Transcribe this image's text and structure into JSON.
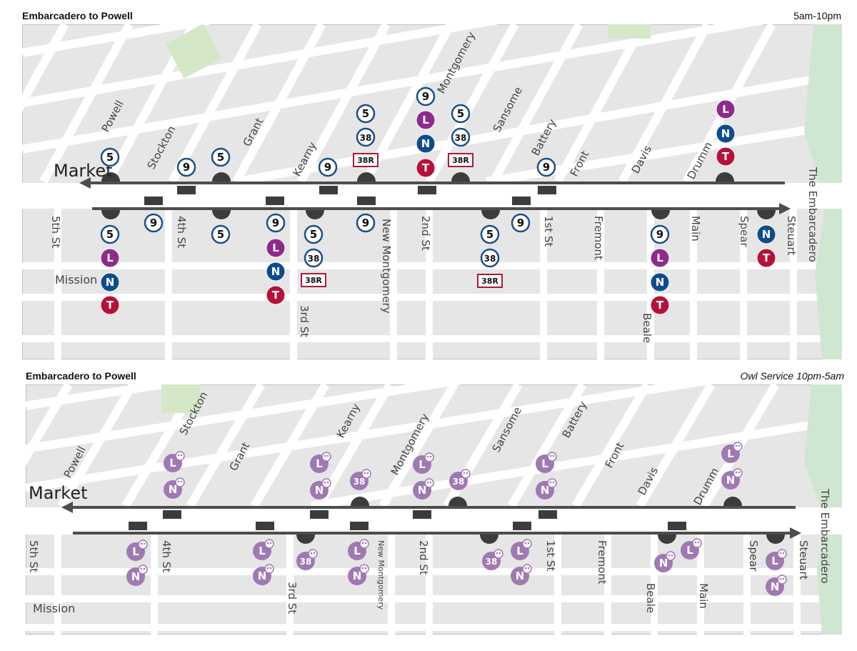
{
  "colors": {
    "map_bg": "#e6e6e6",
    "street": "#ffffff",
    "park": "#d4e8c8",
    "waterfront": "#cfe7d0",
    "route_arrow": "#4d4d4d",
    "stop_marker": "#3c3c3c",
    "bus_ring": "#1b4f85",
    "rapid_box": "#b0183a",
    "L_line": "#8f2a8d",
    "N_line": "#0e4c8c",
    "T_line": "#b5123b",
    "owl": "#a078b2"
  },
  "panels": [
    {
      "title": "Embarcadero to Powell",
      "service": "5am-10pm",
      "main_street": "Market",
      "north_streets": [
        {
          "name": "Powell"
        },
        {
          "name": "Stockton"
        },
        {
          "name": "Grant"
        },
        {
          "name": "Kearny"
        },
        {
          "name": "Montgomery"
        },
        {
          "name": "Sansome"
        },
        {
          "name": "Battery"
        },
        {
          "name": "Front"
        },
        {
          "name": "Davis"
        },
        {
          "name": "Drumm"
        },
        {
          "name": "The Embarcadero"
        }
      ],
      "south_streets": [
        {
          "name": "5th St"
        },
        {
          "name": "4th St"
        },
        {
          "name": "3rd St"
        },
        {
          "name": "New Montgomery"
        },
        {
          "name": "2nd St"
        },
        {
          "name": "1st St"
        },
        {
          "name": "Fremont"
        },
        {
          "name": "Beale"
        },
        {
          "name": "Main"
        },
        {
          "name": "Spear"
        },
        {
          "name": "Steuart"
        }
      ],
      "cross_street": "Mission",
      "icons": [
        {
          "kind": "bus",
          "label": "5"
        },
        {
          "kind": "bus",
          "label": "9"
        },
        {
          "kind": "bus",
          "label": "5"
        },
        {
          "kind": "bus",
          "label": "9"
        },
        {
          "kind": "bus",
          "label": "5"
        },
        {
          "kind": "bus",
          "label": "38"
        },
        {
          "kind": "rapid",
          "label": "38R"
        },
        {
          "kind": "bus",
          "label": "9"
        },
        {
          "kind": "L",
          "label": "L"
        },
        {
          "kind": "N",
          "label": "N"
        },
        {
          "kind": "T",
          "label": "T"
        },
        {
          "kind": "bus",
          "label": "5"
        },
        {
          "kind": "bus",
          "label": "38"
        },
        {
          "kind": "rapid",
          "label": "38R"
        },
        {
          "kind": "bus",
          "label": "9"
        },
        {
          "kind": "L",
          "label": "L"
        },
        {
          "kind": "N",
          "label": "N"
        },
        {
          "kind": "T",
          "label": "T"
        },
        {
          "kind": "bus",
          "label": "5"
        },
        {
          "kind": "L",
          "label": "L"
        },
        {
          "kind": "N",
          "label": "N"
        },
        {
          "kind": "T",
          "label": "T"
        },
        {
          "kind": "bus",
          "label": "9"
        },
        {
          "kind": "bus",
          "label": "5"
        },
        {
          "kind": "bus",
          "label": "9"
        },
        {
          "kind": "L",
          "label": "L"
        },
        {
          "kind": "N",
          "label": "N"
        },
        {
          "kind": "T",
          "label": "T"
        },
        {
          "kind": "bus",
          "label": "5"
        },
        {
          "kind": "bus",
          "label": "38"
        },
        {
          "kind": "rapid",
          "label": "38R"
        },
        {
          "kind": "bus",
          "label": "9"
        },
        {
          "kind": "bus",
          "label": "5"
        },
        {
          "kind": "bus",
          "label": "38"
        },
        {
          "kind": "rapid",
          "label": "38R"
        },
        {
          "kind": "bus",
          "label": "9"
        },
        {
          "kind": "bus",
          "label": "9"
        },
        {
          "kind": "L",
          "label": "L"
        },
        {
          "kind": "N",
          "label": "N"
        },
        {
          "kind": "T",
          "label": "T"
        },
        {
          "kind": "N",
          "label": "N"
        },
        {
          "kind": "T",
          "label": "T"
        }
      ]
    },
    {
      "title": "Embarcadero to Powell",
      "service": "Owl Service 10pm-5am",
      "main_street": "Market",
      "north_streets": [
        {
          "name": "Powell"
        },
        {
          "name": "Stockton"
        },
        {
          "name": "Grant"
        },
        {
          "name": "Kearny"
        },
        {
          "name": "Montgomery"
        },
        {
          "name": "Sansome"
        },
        {
          "name": "Battery"
        },
        {
          "name": "Front"
        },
        {
          "name": "Davis"
        },
        {
          "name": "Drumm"
        },
        {
          "name": "The Embarcadero"
        }
      ],
      "south_streets": [
        {
          "name": "5th St"
        },
        {
          "name": "4th St"
        },
        {
          "name": "3rd St"
        },
        {
          "name": "New Montgomery"
        },
        {
          "name": "2nd St"
        },
        {
          "name": "1st St"
        },
        {
          "name": "Fremont"
        },
        {
          "name": "Beale"
        },
        {
          "name": "Main"
        },
        {
          "name": "Spear"
        },
        {
          "name": "Steuart"
        }
      ],
      "cross_street": "Mission",
      "icons": [
        {
          "kind": "owl",
          "label": "L"
        },
        {
          "kind": "owl",
          "label": "N"
        },
        {
          "kind": "owl",
          "label": "L"
        },
        {
          "kind": "owl",
          "label": "N"
        },
        {
          "kind": "owl",
          "label": "38"
        },
        {
          "kind": "owl",
          "label": "L"
        },
        {
          "kind": "owl",
          "label": "N"
        },
        {
          "kind": "owl",
          "label": "38"
        },
        {
          "kind": "owl",
          "label": "L"
        },
        {
          "kind": "owl",
          "label": "N"
        },
        {
          "kind": "owl",
          "label": "L"
        },
        {
          "kind": "owl",
          "label": "N"
        },
        {
          "kind": "owl",
          "label": "L"
        },
        {
          "kind": "owl",
          "label": "N"
        },
        {
          "kind": "owl",
          "label": "L"
        },
        {
          "kind": "owl",
          "label": "N"
        },
        {
          "kind": "owl",
          "label": "38"
        },
        {
          "kind": "owl",
          "label": "L"
        },
        {
          "kind": "owl",
          "label": "N"
        },
        {
          "kind": "owl",
          "label": "38"
        },
        {
          "kind": "owl",
          "label": "L"
        },
        {
          "kind": "owl",
          "label": "N"
        },
        {
          "kind": "owl",
          "label": "N"
        },
        {
          "kind": "owl",
          "label": "L"
        },
        {
          "kind": "owl",
          "label": "L"
        },
        {
          "kind": "owl",
          "label": "N"
        }
      ]
    }
  ]
}
